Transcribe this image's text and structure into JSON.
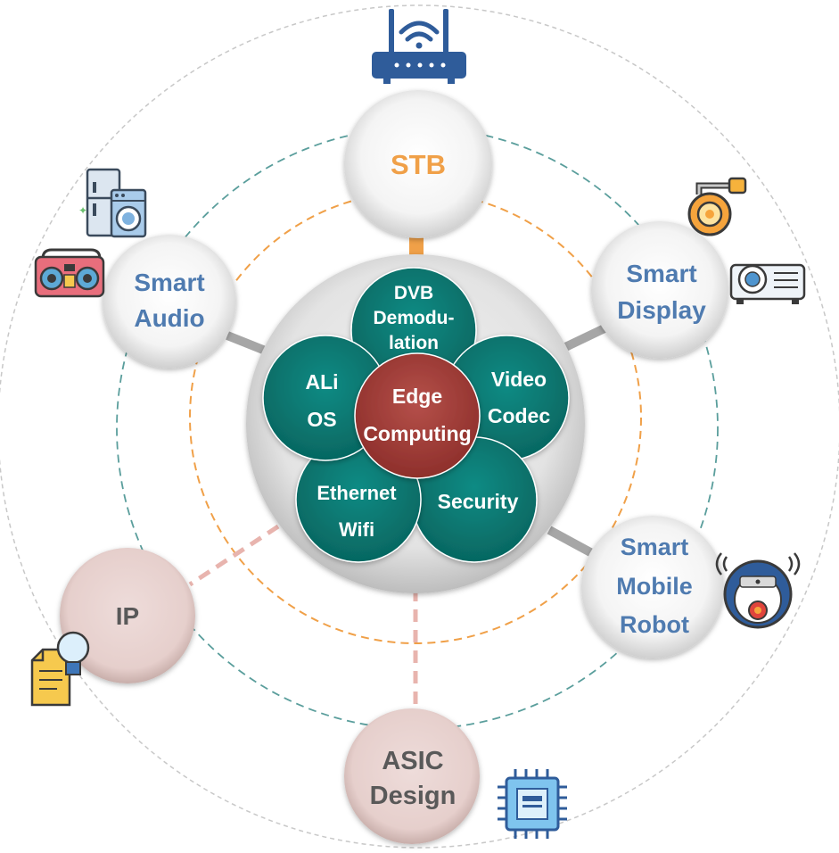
{
  "core": {
    "center_line1": "Edge",
    "center_line2": "Computing",
    "petals": [
      {
        "line1": "DVB",
        "line2": "Demodu-",
        "line3": "lation"
      },
      {
        "line1": "Video",
        "line2": "Codec"
      },
      {
        "line1": "Security"
      },
      {
        "line1": "Ethernet",
        "line2": "Wifi"
      },
      {
        "line1": "ALi",
        "line2": "OS"
      }
    ]
  },
  "nodes": {
    "stb": {
      "line1": "STB"
    },
    "smart_audio": {
      "line1": "Smart",
      "line2": "Audio"
    },
    "smart_display": {
      "line1": "Smart",
      "line2": "Display"
    },
    "smart_mobile_robot": {
      "line1": "Smart",
      "line2": "Mobile",
      "line3": "Robot"
    },
    "ip": {
      "line1": "IP"
    },
    "asic_design": {
      "line1": "ASIC",
      "line2": "Design"
    }
  },
  "colors": {
    "teal": "#077A74",
    "red_center": "#A23B36",
    "orange": "#F0A048",
    "blue_text": "#4F7BB0",
    "pink_node": "#E8D3D1",
    "gray_text": "#595959",
    "pink_dash": "#E8B4AE",
    "connector_gray": "#A6A6A6"
  },
  "icons": [
    "router-icon",
    "appliances-icon",
    "boombox-icon",
    "camera-icon",
    "projector-icon",
    "robot-vacuum-icon",
    "document-lightbulb-icon",
    "chip-icon"
  ]
}
